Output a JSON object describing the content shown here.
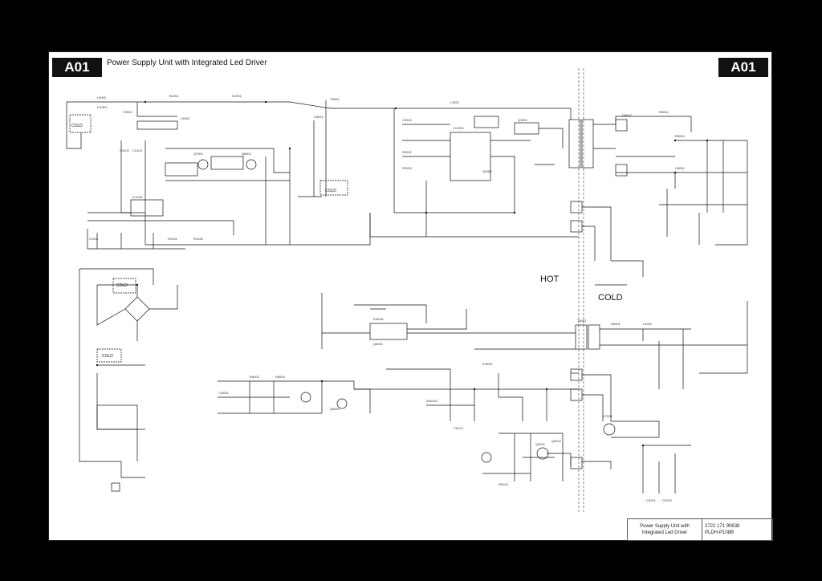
{
  "header": {
    "badge": "A01",
    "title": "Power Supply Unit with Integrated Led Driver"
  },
  "regions": {
    "hot": "HOT",
    "cold": "COLD"
  },
  "schematic": {
    "cold_box_labels": [
      "COLD",
      "COLD",
      "COLD",
      "COLD"
    ],
    "component_labels": [
      "L9002",
      "FUSE1",
      "C9001",
      "B1001",
      "L9003",
      "D1001",
      "C9102",
      "C9103",
      "IC1001",
      "R1031",
      "R1032",
      "C1011",
      "Q7001",
      "Q8001",
      "T5003",
      "D3001",
      "L3001",
      "C3001",
      "IC2001",
      "R2001",
      "R2002",
      "Q3201",
      "Q3301",
      "D8002",
      "R8001",
      "R8002",
      "C8001",
      "IC6001",
      "Q6001",
      "Q6002",
      "R6001",
      "R6002",
      "C6001",
      "T6001",
      "D6001",
      "L6001",
      "D7001",
      "Q6101",
      "Q6102",
      "R6103",
      "IC5001",
      "ZD6101",
      "C6102",
      "C5201",
      "C5202"
    ]
  },
  "title_block": {
    "title_line1": "Power Supply Unit with",
    "title_line2": "Integrated Led Driver",
    "code": "2722 171 90638",
    "model": "PLDH-P108B"
  }
}
